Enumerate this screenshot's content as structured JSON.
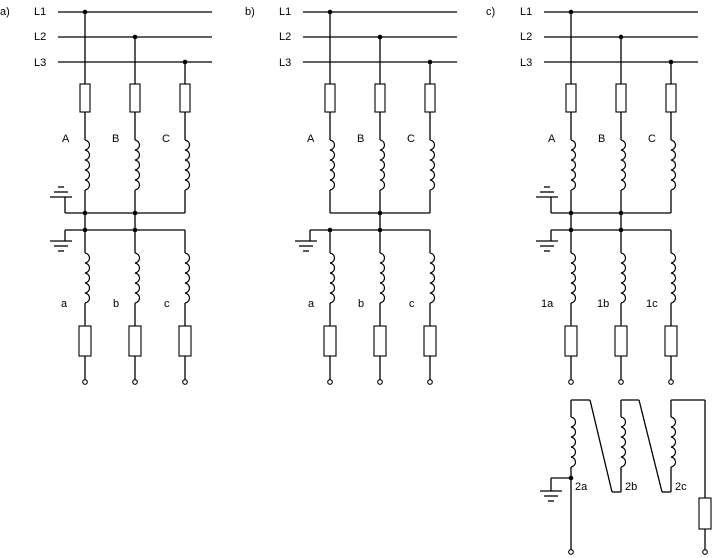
{
  "panels": [
    {
      "label": "a)",
      "lines": [
        "L1",
        "L2",
        "L3"
      ],
      "primary_windings": [
        "A",
        "B",
        "C"
      ],
      "secondary_windings": [
        "a",
        "b",
        "c"
      ]
    },
    {
      "label": "b)",
      "lines": [
        "L1",
        "L2",
        "L3"
      ],
      "primary_windings": [
        "A",
        "B",
        "C"
      ],
      "secondary_windings": [
        "a",
        "b",
        "c"
      ]
    },
    {
      "label": "c)",
      "lines": [
        "L1",
        "L2",
        "L3"
      ],
      "primary_windings": [
        "A",
        "B",
        "C"
      ],
      "secondary_windings": [
        "1a",
        "1b",
        "1c"
      ],
      "tertiary_windings": [
        "2a",
        "2b",
        "2c"
      ]
    }
  ]
}
